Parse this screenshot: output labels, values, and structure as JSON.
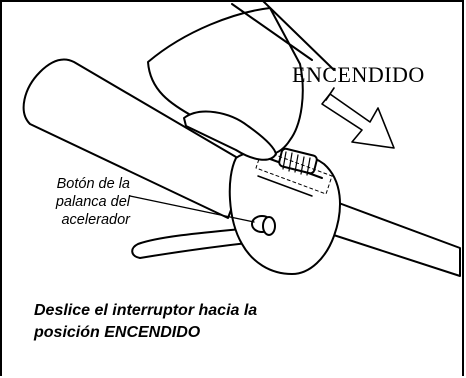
{
  "figure": {
    "state_label": "ENCENDIDO",
    "callout_lines": [
      "Botón de la",
      "palanca del",
      "acelerador"
    ],
    "caption_lines": [
      "Deslice el interruptor hacia la",
      "posición ENCENDIDO"
    ]
  },
  "icons": [
    "hand-icon",
    "handlebar-grip-icon",
    "throttle-switch-icon",
    "direction-arrow-icon"
  ],
  "colors": {
    "ink": "#000000",
    "paper": "#ffffff"
  }
}
